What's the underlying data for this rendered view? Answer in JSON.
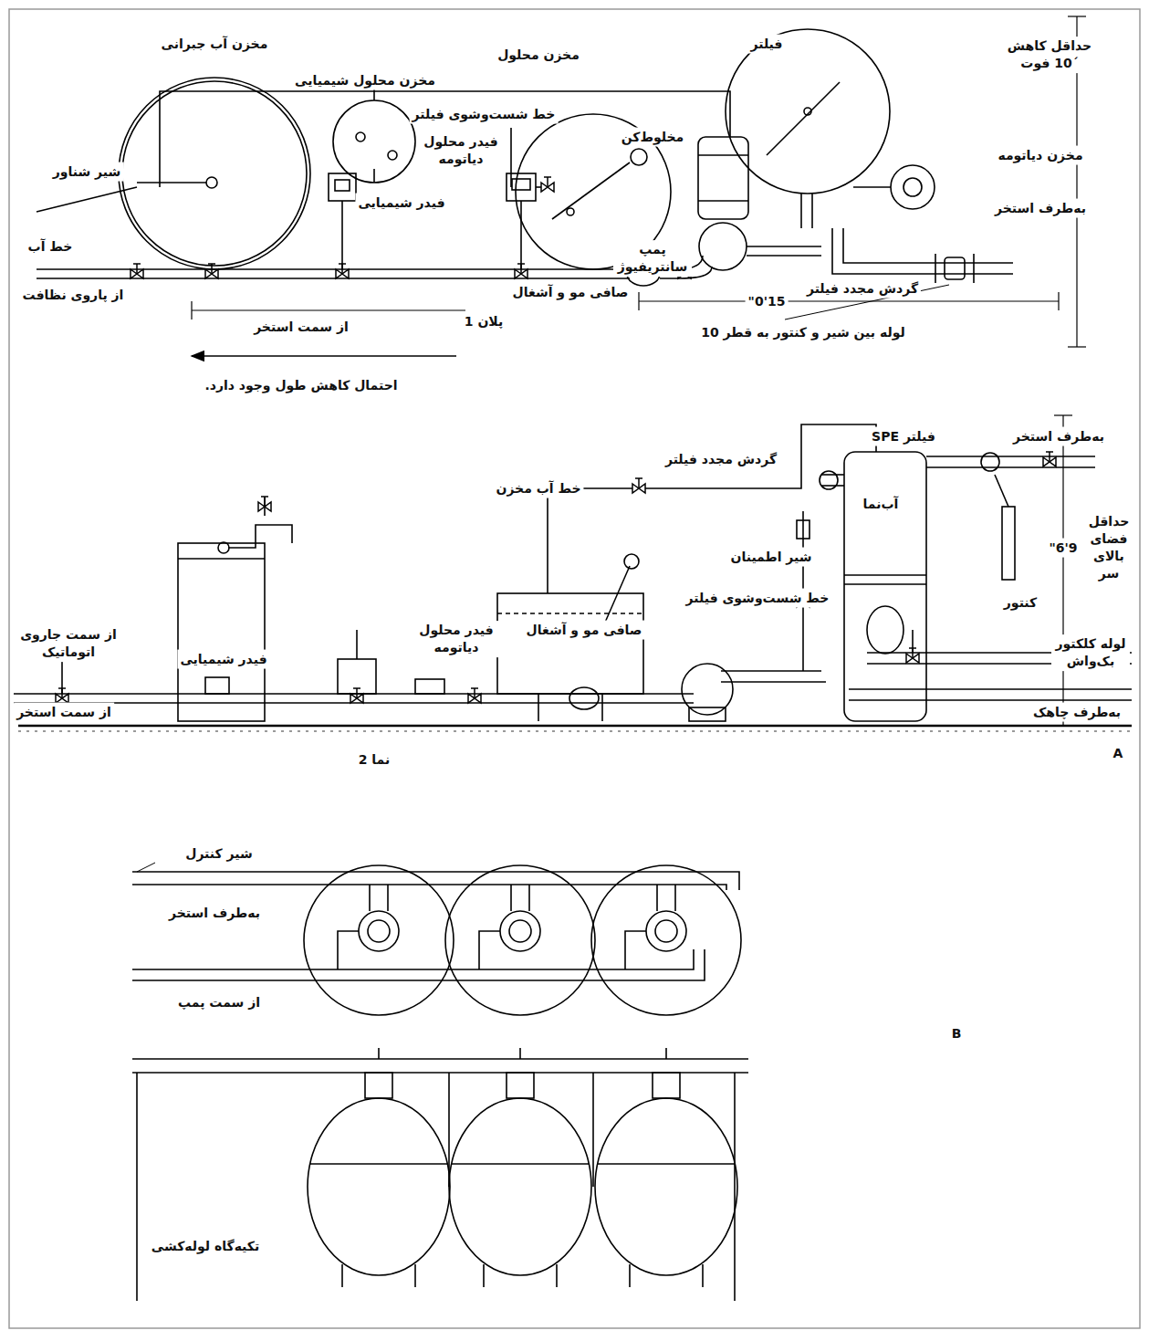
{
  "diagram": {
    "labels": [
      "مخزن آب جبرانی",
      "مخزن محلول شیمیایی",
      "مخزن محلول",
      "فیلتر",
      "حداقل کاهش ´10 فوت",
      "خط شست‌وشوی فیلتر",
      "شیر شناور",
      "فیدر محلول دیاتومه",
      "فیدر شیمیایی",
      "مخلوط‌کن",
      "پمپ سانتریفیوژ",
      "صافی مو و آشغال",
      "مخزن دیاتومه",
      "به‌طرف استخر",
      "گردش مجدد فیلتر",
      "خط آب",
      "از پاروی نظافت",
      "از سمت استخر",
      "پلان 1",
      "15'0\"",
      "لوله بین شیر و کنتور به قطر 10",
      "احتمال کاهش طول وجود دارد.",
      "به‌طرف استخر",
      "فیلتر SPE",
      "گردش مجدد فیلتر",
      "خط آب مخزن",
      "آب‌نما",
      "حداقل فضای بالای سر",
      "9'6\"",
      "شیر اطمینان",
      "کنتور",
      "فیدر محلول دیاتومه",
      "خط شست‌وشوی فیلتر",
      "لوله کلکتور بک‌واش",
      "از سمت جاروی اتوماتیک",
      "فیدر شیمیایی",
      "صافی مو و آشغال",
      "از سمت استخر",
      "به‌طرف چاهک",
      "نما 2",
      "A",
      "شیر کنترل",
      "به‌طرف استخر",
      "از سمت پمپ",
      "B",
      "تکیه‌گاه لوله‌کشی"
    ]
  }
}
